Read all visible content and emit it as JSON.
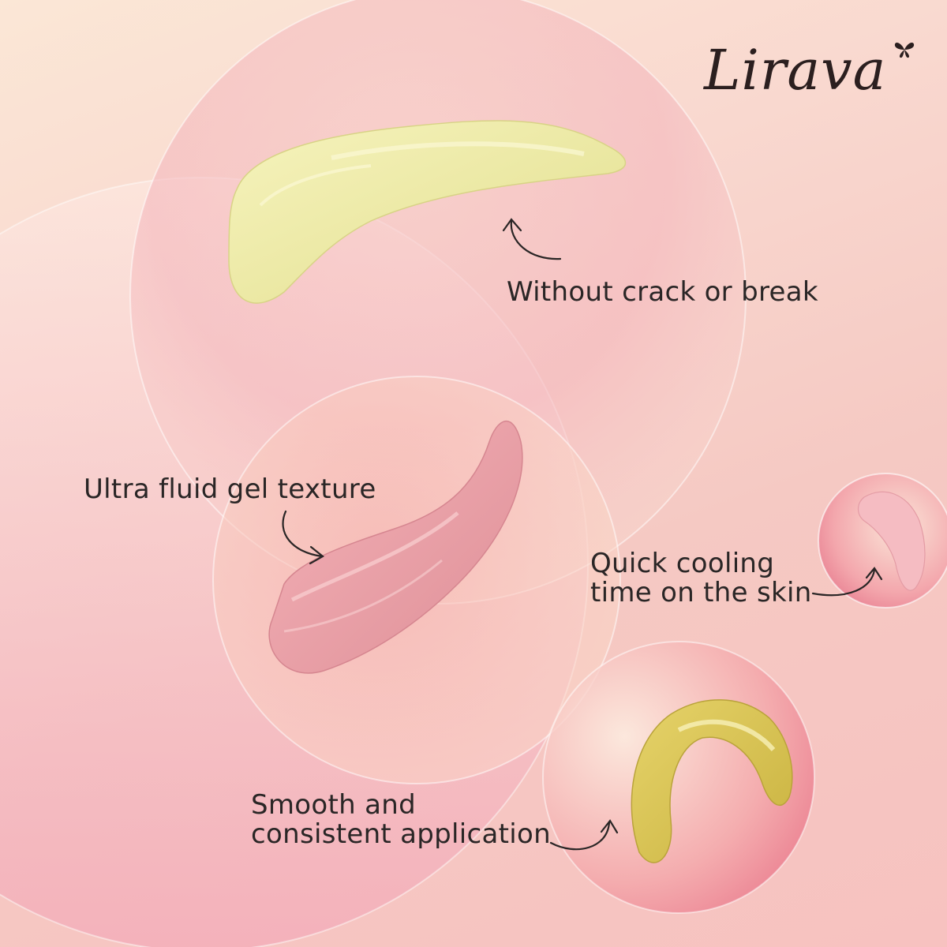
{
  "brand": {
    "name": "Lirava",
    "icon": "butterfly-icon"
  },
  "captions": {
    "crack": "Without crack or break",
    "fluid": "Ultra fluid gel texture",
    "cooling_line1": "Quick cooling",
    "cooling_line2": "time on the skin",
    "smooth_line1": "Smooth and",
    "smooth_line2": "consistent application"
  },
  "colors": {
    "background": "#f9d8cf",
    "disc_pink": "#f2a9b4",
    "swatch_yellow": "#efeeaa",
    "swatch_pink": "#e89ba2",
    "text": "#2a2626"
  }
}
